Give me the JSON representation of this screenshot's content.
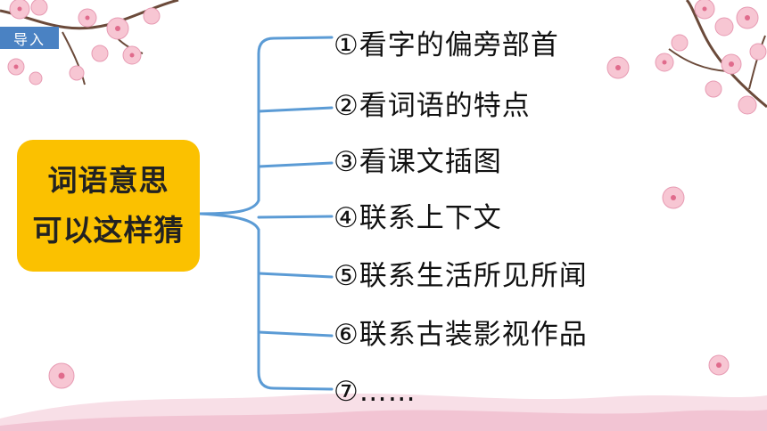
{
  "tag": {
    "label": "导入"
  },
  "center": {
    "line1": "词语意思",
    "line2": "可以这样猜"
  },
  "branches": [
    "①看字的偏旁部首",
    "②看词语的特点",
    "③看课文插图",
    "④联系上下文",
    "⑤联系生活所见所闻",
    "⑥联系古装影视作品",
    "⑦……"
  ],
  "colors": {
    "tag": "#4a82c3",
    "center_box": "#fbc100",
    "lines": "#5b9bd5",
    "blossom": "#f3b7c9"
  }
}
